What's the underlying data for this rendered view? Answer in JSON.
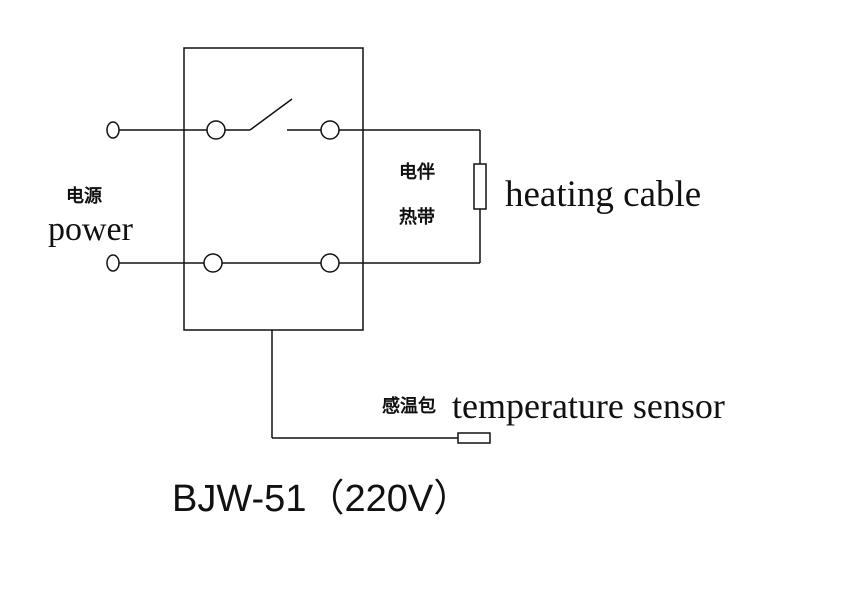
{
  "labels": {
    "power_cn": "电源",
    "power_en": "power",
    "heating_cn_1": "电伴",
    "heating_cn_2": "热带",
    "heating_en": "heating cable",
    "sensor_cn": "感温包",
    "sensor_en": "temperature sensor",
    "model": "BJW-51（220V）"
  },
  "colors": {
    "line": "#111111",
    "background": "#ffffff"
  }
}
